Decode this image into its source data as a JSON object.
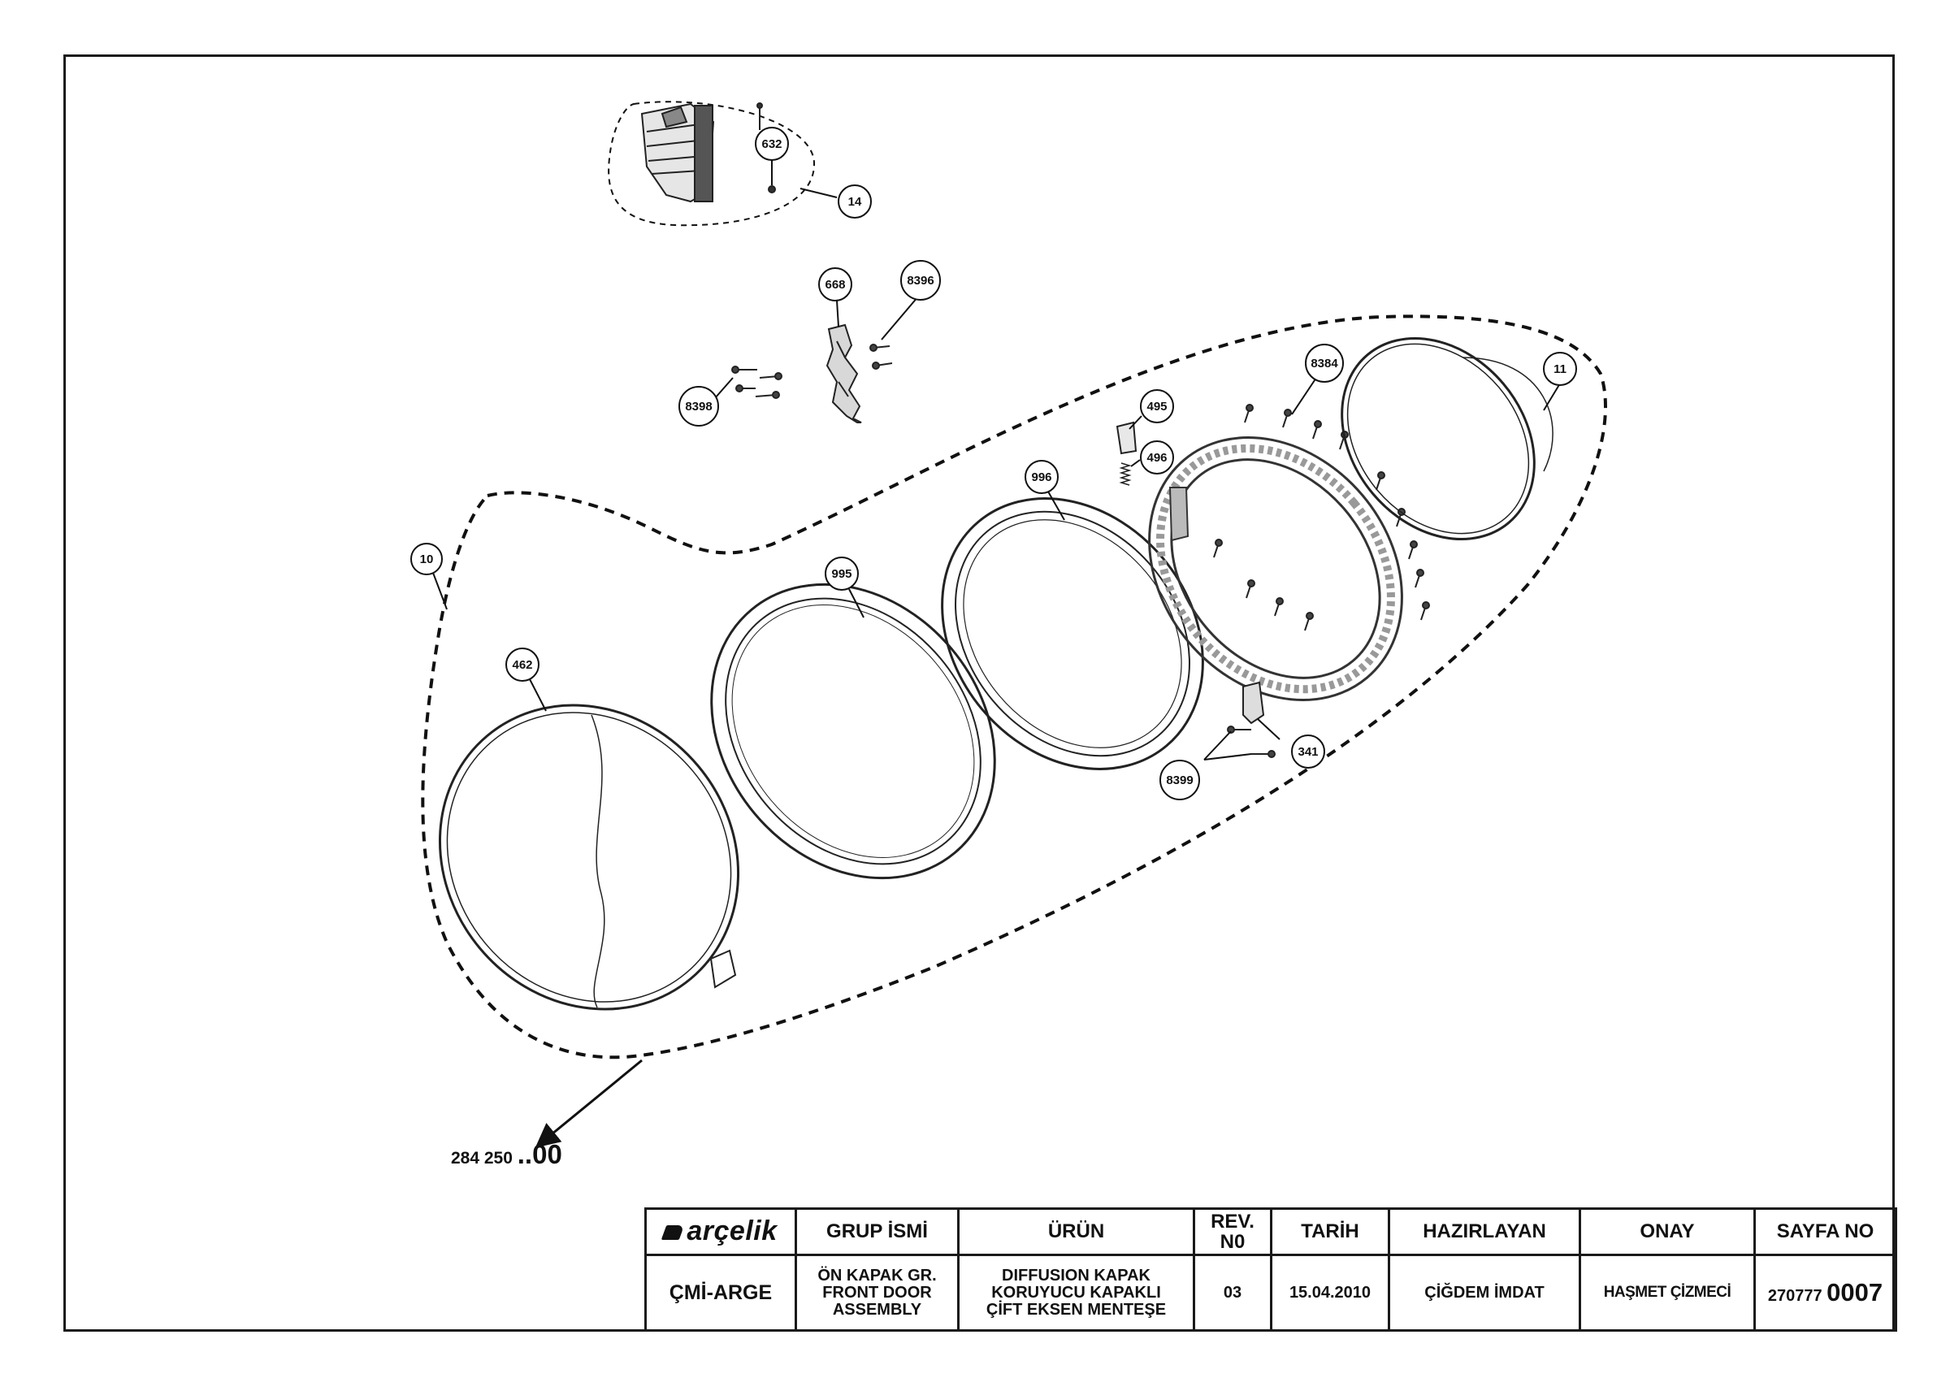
{
  "callouts": {
    "c14": "14",
    "c632": "632",
    "c668": "668",
    "c8396": "8396",
    "c8398": "8398",
    "c10": "10",
    "c462": "462",
    "c995": "995",
    "c996": "996",
    "c495": "495",
    "c496": "496",
    "c8384": "8384",
    "c11": "11",
    "c341": "341",
    "c8399": "8399"
  },
  "assembly_code": {
    "prefix": "284 250",
    "suffix": "..00"
  },
  "title_block": {
    "logo_text": "arçelik",
    "headers": {
      "group": "GRUP İSMİ",
      "product": "ÜRÜN",
      "rev_line1": "REV.",
      "rev_line2": "N0",
      "date": "TARİH",
      "prepared": "HAZIRLAYAN",
      "approval": "ONAY",
      "page": "SAYFA NO"
    },
    "values": {
      "department": "ÇMİ-ARGE",
      "group_line1": "ÖN KAPAK GR.",
      "group_line2": "FRONT DOOR",
      "group_line3": "ASSEMBLY",
      "product_line1": "DIFFUSION KAPAK",
      "product_line2": "KORUYUCU KAPAKLI",
      "product_line3": "ÇİFT EKSEN MENTEŞE",
      "rev": "03",
      "date": "15.04.2010",
      "prepared_by": "ÇİĞDEM İMDAT",
      "approved_by": "HAŞMET ÇİZMECİ",
      "page_prefix": "270777",
      "page_suffix": "0007"
    }
  }
}
